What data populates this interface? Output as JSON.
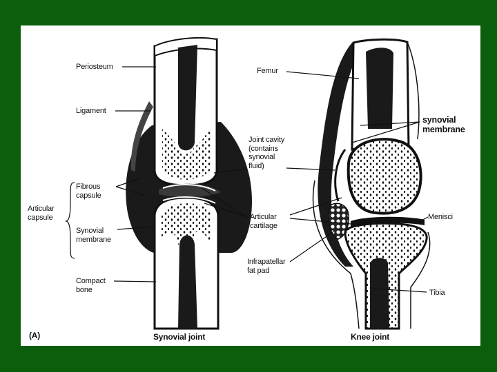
{
  "figure": {
    "panel_letter": "(A)",
    "left_caption": "Synovial joint",
    "right_caption": "Knee joint",
    "left_labels": {
      "periosteum": "Periosteum",
      "ligament": "Ligament",
      "fibrous_capsule": "Fibrous\ncapsule",
      "articular_capsule": "Articular\ncapsule",
      "synovial_membrane": "Synovial\nmembrane",
      "compact_bone": "Compact\nbone"
    },
    "center_labels": {
      "joint_cavity": "Joint cavity\n(contains\nsynovial\nfluid)",
      "articular_cartilage": "Articular\ncartilage",
      "infrapatellar_fat_pad": "Infrapatellar\nfat pad"
    },
    "right_labels": {
      "femur": "Femur",
      "synovial_membrane": "synovial\nmembrane",
      "meniscus": "Menisci",
      "tibia": "Tibia"
    }
  },
  "colors": {
    "background": "#0b5e0b",
    "panel": "#ffffff",
    "ink": "#111111"
  }
}
